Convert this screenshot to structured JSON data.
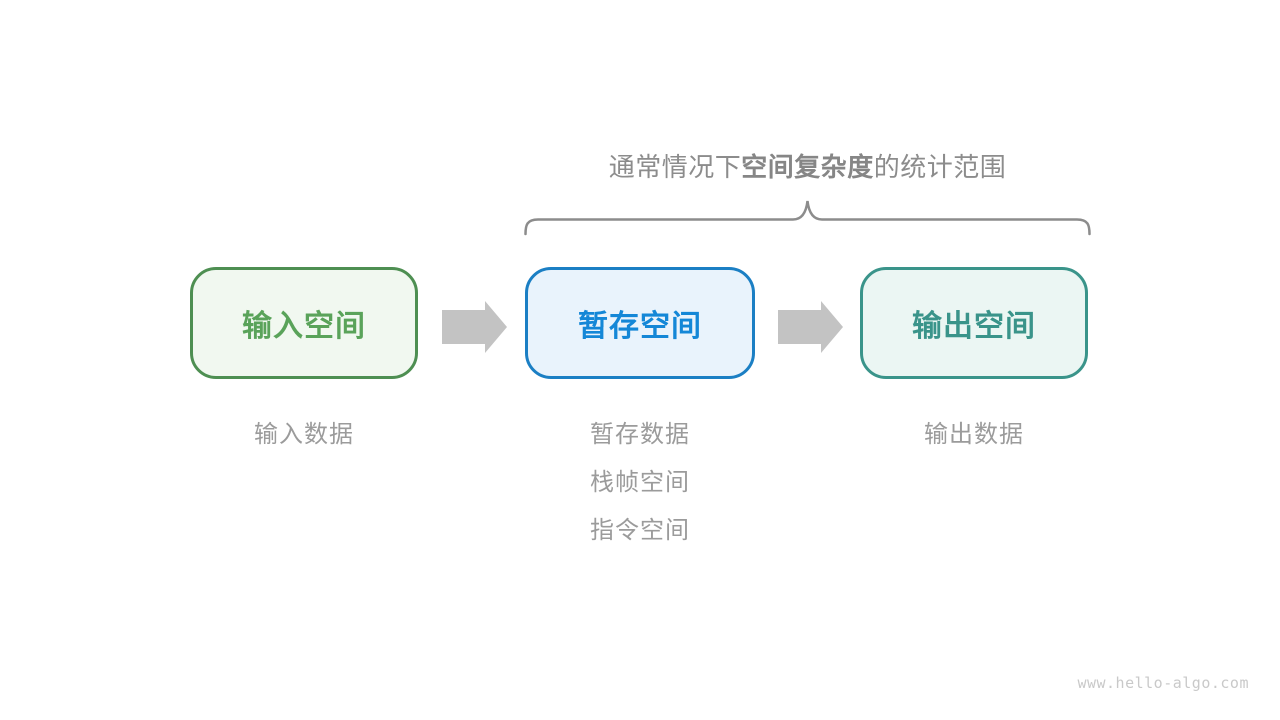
{
  "title": {
    "prefix": "通常情况下",
    "emphasis": "空间复杂度",
    "suffix": "的统计范围"
  },
  "columns": [
    {
      "box_label": "输入空间",
      "notes": [
        "输入数据"
      ],
      "border_color": "#4e8f52",
      "text_color": "#5aa35a",
      "fill_color": "#f1f8f0"
    },
    {
      "box_label": "暂存空间",
      "notes": [
        "暂存数据",
        "栈帧空间",
        "指令空间"
      ],
      "border_color": "#1b7fc4",
      "text_color": "#1487d7",
      "fill_color": "#e9f3fc"
    },
    {
      "box_label": "输出空间",
      "notes": [
        "输出数据"
      ],
      "border_color": "#3a948a",
      "text_color": "#3a948a",
      "fill_color": "#ebf6f3"
    }
  ],
  "brace": {
    "color": "#8c8c8c"
  },
  "arrows": {
    "color": "#c3c3c3",
    "direction": "right"
  },
  "note_text_color": "#9b9b9b",
  "watermark": "www.hello-algo.com"
}
